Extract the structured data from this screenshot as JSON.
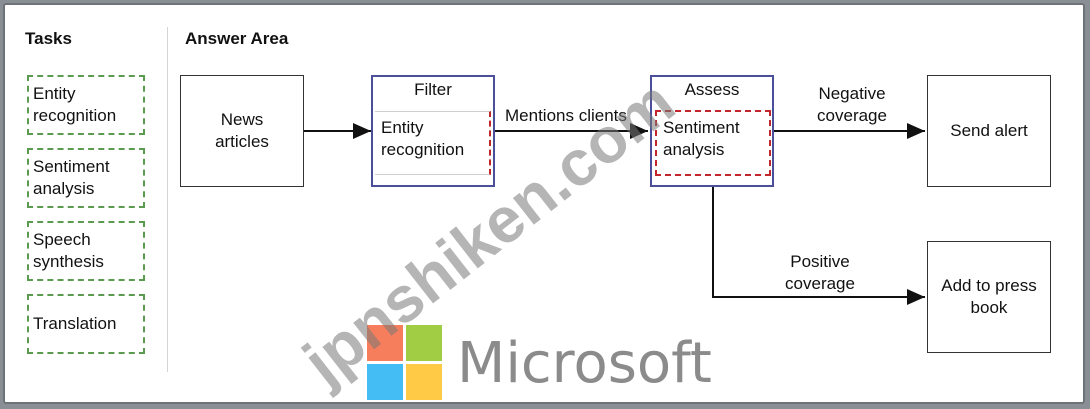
{
  "tasks_heading": "Tasks",
  "answer_heading": "Answer Area",
  "tasks": [
    {
      "line1": "Entity",
      "line2": "recognition"
    },
    {
      "line1": "Sentiment",
      "line2": "analysis"
    },
    {
      "line1": "Speech",
      "line2": "synthesis"
    },
    {
      "line1": "Translation",
      "line2": ""
    }
  ],
  "diagram": {
    "news": {
      "line1": "News",
      "line2": "articles"
    },
    "filter": {
      "title": "Filter",
      "slot_line1": "Entity",
      "slot_line2": "recognition"
    },
    "mentions_label": "Mentions clients",
    "assess": {
      "title": "Assess",
      "slot_line1": "Sentiment",
      "slot_line2": "analysis"
    },
    "negative": {
      "line1": "Negative",
      "line2": "coverage"
    },
    "send_alert": "Send alert",
    "positive": {
      "line1": "Positive",
      "line2": "coverage"
    },
    "press": {
      "line1": "Add to press",
      "line2": "book"
    }
  },
  "watermark": {
    "site": "jpnshiken.com",
    "brand": "Microsoft"
  },
  "colors": {
    "task_border": "#5b9b4f",
    "step_border": "#4b4f9a",
    "answer_dash": "#c0262b"
  }
}
